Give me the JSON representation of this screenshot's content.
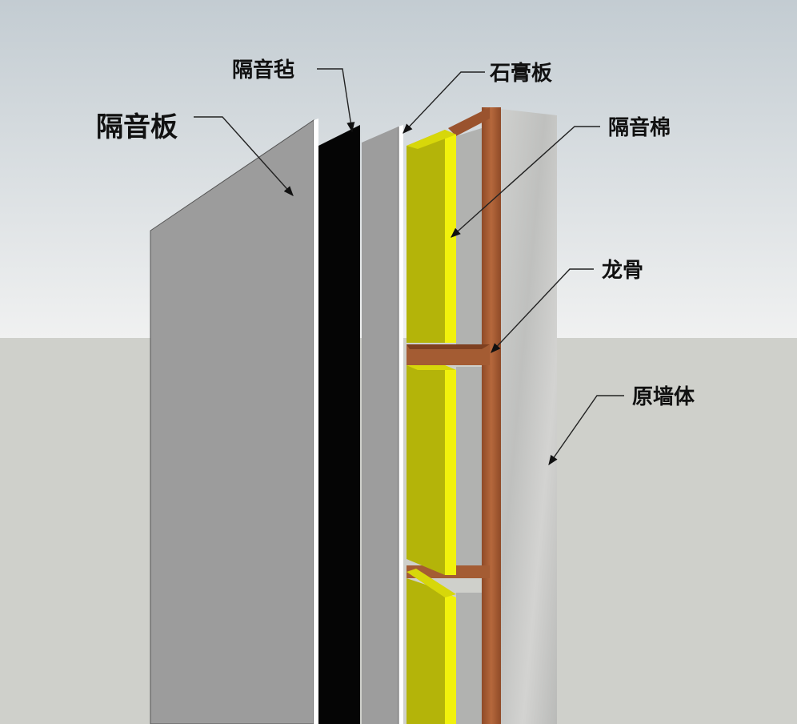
{
  "labels": {
    "soundproof_board": "隔音板",
    "soundproof_felt": "隔音毡",
    "gypsum_board": "石膏板",
    "soundproof_cotton": "隔音棉",
    "keel": "龙骨",
    "original_wall": "原墙体"
  },
  "colors": {
    "sky_top": "#c9d1d6",
    "sky_bottom": "#eef0f0",
    "ground": "#cfd0cb",
    "board_gray": "#9b9b9b",
    "felt_black": "#050505",
    "cotton_yellow": "#b4b40a",
    "cotton_edge": "#f2f20a",
    "keel_brown": "#a0522d",
    "wall_concrete": "#c7c8c6"
  }
}
